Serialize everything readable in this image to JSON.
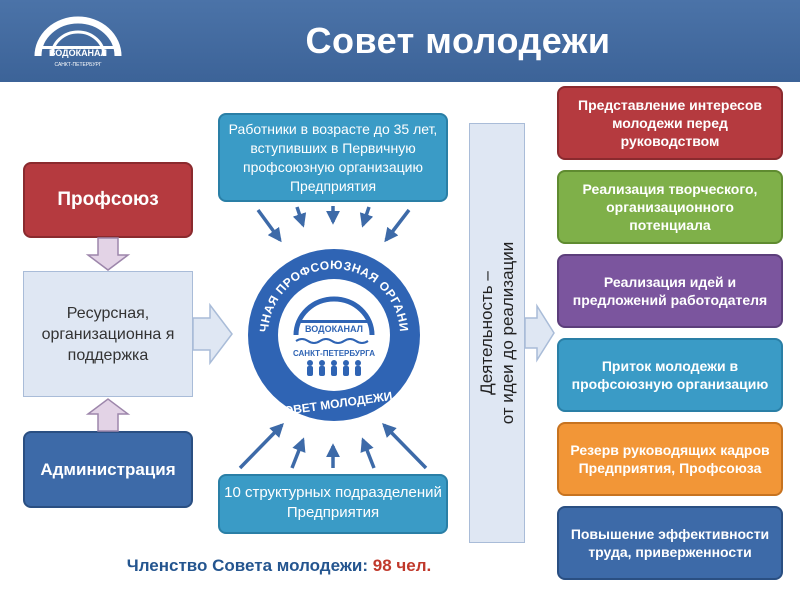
{
  "header": {
    "title": "Совет молодежи",
    "logo_text": "ВОДОКАНАЛ",
    "logo_subtext": "САНКТ-ПЕТЕРБУРГ"
  },
  "left": {
    "profsoyuz": "Профсоюз",
    "resource_support": "Ресурсная, организационна я поддержка",
    "administration": "Администрация"
  },
  "center": {
    "workers": "Работники в возрасте до 35 лет, вступивших в Первичную профсоюзную организацию Предприятия",
    "units": "10 структурных подразделений Предприятия",
    "activity_line1": "Деятельность –",
    "activity_line2": "от идеи до реализации"
  },
  "emblem": {
    "ring_text": "ПЕРВИЧНАЯ ПРОФСОЮЗНАЯ ОРГАНИЗАЦИЯ",
    "bottom_text": "СОВЕТ МОЛОДЕЖИ",
    "brand": "ВОДОКАНАЛ",
    "city": "САНКТ-ПЕТЕРБУРГА"
  },
  "results": [
    "Представление интересов молодежи перед руководством",
    "Реализация творческого, организационного потенциала",
    "Реализация идей и предложений работодателя",
    "Приток молодежи в профсоюзную организацию",
    "Резерв руководящих кадров Предприятия, Профсоюза",
    "Повышение эффективности труда, приверженности"
  ],
  "footer": {
    "label": "Членство Совета молодежи:",
    "count": "98 чел."
  },
  "colors": {
    "header": "#4b73a8",
    "red": "#b53a3f",
    "green": "#7fb049",
    "purple": "#7b559e",
    "cyan": "#3a9bc6",
    "orange": "#f29637",
    "blue": "#3d6aa8",
    "light": "#dfe7f3"
  }
}
